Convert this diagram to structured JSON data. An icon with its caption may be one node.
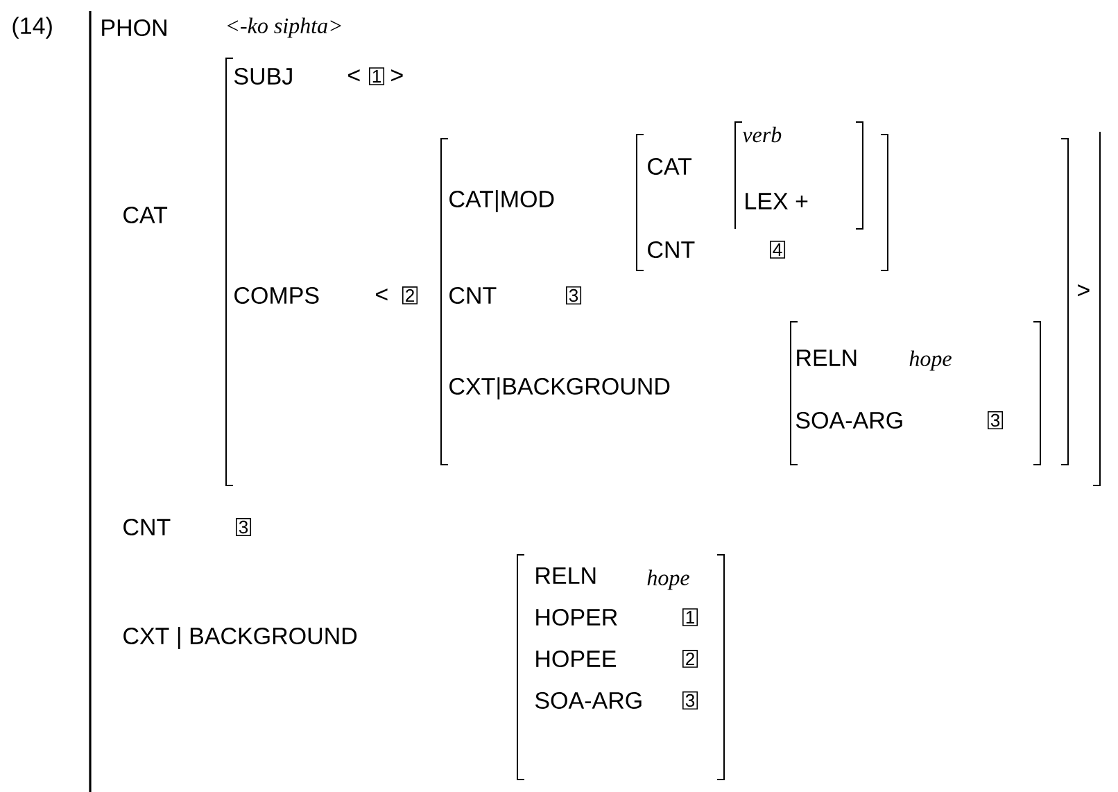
{
  "diagram": {
    "labels": [
      "(14)",
      "PHON",
      "<-ko siphta>",
      "SUBJ",
      "<",
      "1",
      ">",
      "CAT",
      "CAT|MOD",
      "CAT",
      "verb",
      "LEX +",
      "COMPS",
      "<",
      "2",
      "CNT",
      "4",
      "CNT",
      "3",
      ">",
      "CXT|BACKGROUND",
      "RELN",
      "hope",
      "SOA-ARG",
      "3",
      "CNT",
      "3",
      "CXT | BACKGROUND",
      "RELN",
      "hope",
      "HOPER",
      "1",
      "HOPEE",
      "2",
      "SOA-ARG",
      "3"
    ]
  }
}
